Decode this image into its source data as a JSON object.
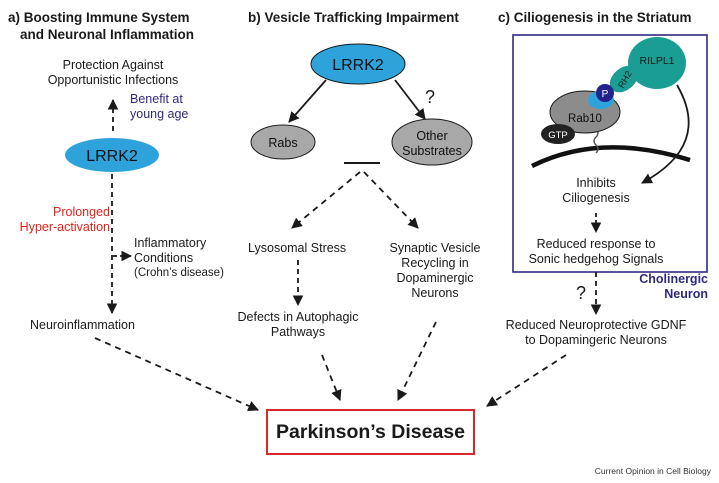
{
  "colors": {
    "lrrk2_fill": "#2ea3db",
    "grey_oval": "#a8a8a8",
    "red_text": "#e2231a",
    "blue_text": "#2e2a7f",
    "teal": "#1a9e93",
    "phospho": "#21228a",
    "pd_border": "#d9262b"
  },
  "panel_a": {
    "title_line1": "a) Boosting Immune System",
    "title_line2": "and Neuronal Inflammation",
    "protection_line1": "Protection Against",
    "protection_line2": "Opportunistic Infections",
    "benefit_line1": "Benefit at",
    "benefit_line2": "young age",
    "lrrk2": "LRRK2",
    "prolonged_line1": "Prolonged",
    "prolonged_line2": "Hyper-activation",
    "inflammatory_line1": "Inflammatory",
    "inflammatory_line2": "Conditions",
    "crohns": "(Crohn’s disease)",
    "neuroinflammation": "Neuroinflammation"
  },
  "panel_b": {
    "title": "b) Vesicle Trafficking Impairment",
    "lrrk2": "LRRK2",
    "question": "?",
    "rabs": "Rabs",
    "other_line1": "Other",
    "other_line2": "Substrates",
    "lysosomal": "Lysosomal Stress",
    "defects_line1": "Defects in Autophagic",
    "defects_line2": "Pathways",
    "synaptic_line1": "Synaptic Vesicle",
    "synaptic_line2": "Recycling in",
    "synaptic_line3": "Dopaminergic",
    "synaptic_line4": "Neurons"
  },
  "panel_c": {
    "title": "c) Ciliogenesis in the Striatum",
    "rilpl1": "RILPL1",
    "rh2": "RH2",
    "p": "P",
    "rab10": "Rab10",
    "gtp": "GTP",
    "inhibits_line1": "Inhibits",
    "inhibits_line2": "Ciliogenesis",
    "reduced_line1": "Reduced response to",
    "reduced_line2": "Sonic hedgehog Signals",
    "cholinergic_line1": "Cholinergic",
    "cholinergic_line2": "Neuron",
    "question": "?",
    "gdnf_line1": "Reduced Neuroprotective GDNF",
    "gdnf_line2": "to Dopamingeric Neurons"
  },
  "parkinsons": "Parkinson’s Disease",
  "credit": "Current Opinion in Cell Biology"
}
